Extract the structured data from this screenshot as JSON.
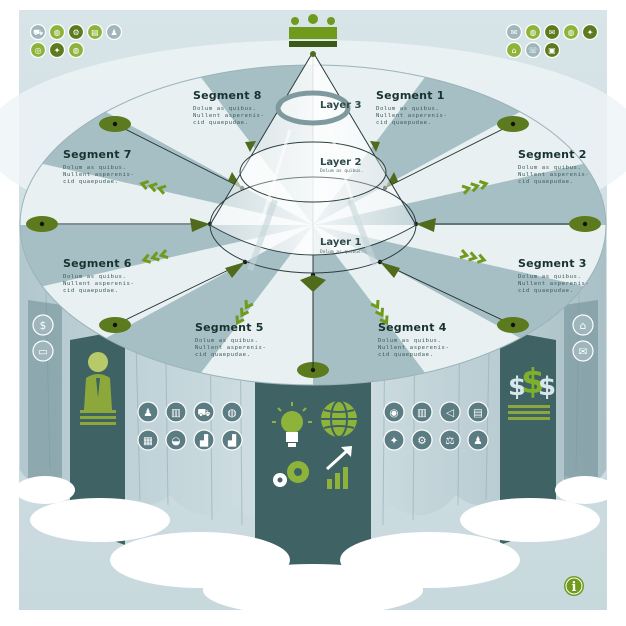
{
  "segments": [
    {
      "id": "segment-1",
      "title": "Segment 1",
      "body": [
        "Dolum as quibus.",
        "Nullent asperenis-",
        "cid quaepudae."
      ]
    },
    {
      "id": "segment-2",
      "title": "Segment 2",
      "body": [
        "Dolum as quibus.",
        "Nullent asperenis-",
        "cid quaepudae."
      ]
    },
    {
      "id": "segment-3",
      "title": "Segment 3",
      "body": [
        "Dolum as quibus.",
        "Nullent asperenis-",
        "cid quaepudae."
      ]
    },
    {
      "id": "segment-4",
      "title": "Segment 4",
      "body": [
        "Dolum as quibus.",
        "Nullent asperenis-",
        "cid quaepudae."
      ]
    },
    {
      "id": "segment-5",
      "title": "Segment 5",
      "body": [
        "Dolum as quibus.",
        "Nullent asperenis-",
        "cid quaepudae."
      ]
    },
    {
      "id": "segment-6",
      "title": "Segment 6",
      "body": [
        "Dolum as quibus.",
        "Nullent asperenis-",
        "cid quaepudae."
      ]
    },
    {
      "id": "segment-7",
      "title": "Segment 7",
      "body": [
        "Dolum as quibus.",
        "Nullent asperenis-",
        "cid quaepudae."
      ]
    },
    {
      "id": "segment-8",
      "title": "Segment 8",
      "body": [
        "Dolum as quibus.",
        "Nullent asperenis-",
        "cid quaepudae."
      ]
    }
  ],
  "layers": [
    {
      "id": "layer-1",
      "title": "Layer 1",
      "sub": "Dolum as quibus."
    },
    {
      "id": "layer-2",
      "title": "Layer 2",
      "sub": "Dolum as quibus."
    },
    {
      "id": "layer-3",
      "title": "Layer 3",
      "sub": ""
    }
  ],
  "icons": {
    "top_left": [
      "shopping-cart-icon",
      "globe-icon",
      "gear-icon",
      "document-icon",
      "user-icon",
      "target-icon",
      "lightbulb-icon",
      "globe-icon"
    ],
    "top_right": [
      "chat-icon",
      "globe-icon",
      "mail-icon",
      "globe-icon",
      "lightbulb-icon",
      "bank-icon",
      "phone-icon",
      "lock-icon"
    ],
    "top_center": "people-group-icon",
    "panel_left_outer": [
      "dollar-icon",
      "card-icon"
    ],
    "panel_left_mid": [
      "person-icon",
      "chart-icon",
      "cart-icon",
      "globe-icon",
      "calculator-icon",
      "car-icon",
      "factory-icon",
      "factory-icon"
    ],
    "panel_center": [
      "lightbulb-icon",
      "globe-icon",
      "gears-icon",
      "growth-chart-icon"
    ],
    "panel_right_mid": [
      "coins-icon",
      "chart-icon",
      "megaphone-icon",
      "document-icon",
      "idea-icon",
      "gears-icon",
      "scales-icon",
      "people-icon"
    ],
    "panel_right_outer": [
      "bank-icon",
      "mail-icon"
    ],
    "money_figure": "dollar-signs-icon",
    "leader_figure": "businessman-icon",
    "info": "info-icon"
  },
  "colors": {
    "accent_green": "#5c7a1e",
    "light_green": "#8db33a",
    "dark_teal": "#3f6264",
    "mid_slate": "#7c9aa0",
    "pale_slate": "#b7cdd2",
    "background_panel": "#dfe9ec"
  }
}
